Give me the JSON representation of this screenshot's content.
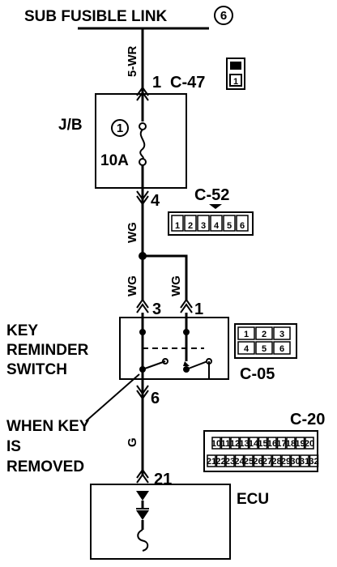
{
  "title": "SUB FUSIBLE LINK",
  "title_number": "6",
  "junction_block": {
    "name": "J/B",
    "fuse_number": "1",
    "fuse_rating": "10A"
  },
  "connectors": {
    "c47": {
      "id": "C-47",
      "pin_in": "1",
      "cells": [
        "1"
      ]
    },
    "c52": {
      "id": "C-52",
      "pin": "4",
      "cells": [
        "1",
        "2",
        "3",
        "4",
        "5",
        "6"
      ]
    },
    "c05": {
      "id": "C-05",
      "pin_a": "3",
      "pin_b": "1",
      "pin_out": "6",
      "cells": [
        "1",
        "2",
        "3",
        "4",
        "5",
        "6"
      ]
    },
    "c20": {
      "id": "C-20",
      "pin": "21",
      "cells_row1": [
        "10",
        "11",
        "12",
        "13",
        "14",
        "15",
        "16",
        "17",
        "18",
        "19",
        "20"
      ],
      "cells_row2": [
        "21",
        "22",
        "23",
        "24",
        "25",
        "26",
        "27",
        "28",
        "29",
        "30",
        "31",
        "32"
      ]
    }
  },
  "wires": {
    "top": "5-WR",
    "mid": "WG",
    "branch_left": "WG",
    "branch_right": "WG",
    "bottom": "G"
  },
  "switch": {
    "line1": "KEY",
    "line2": "REMINDER",
    "line3": "SWITCH"
  },
  "annotation": {
    "line1": "WHEN KEY",
    "line2": "IS",
    "line3": "REMOVED"
  },
  "ecu": {
    "label": "ECU"
  }
}
